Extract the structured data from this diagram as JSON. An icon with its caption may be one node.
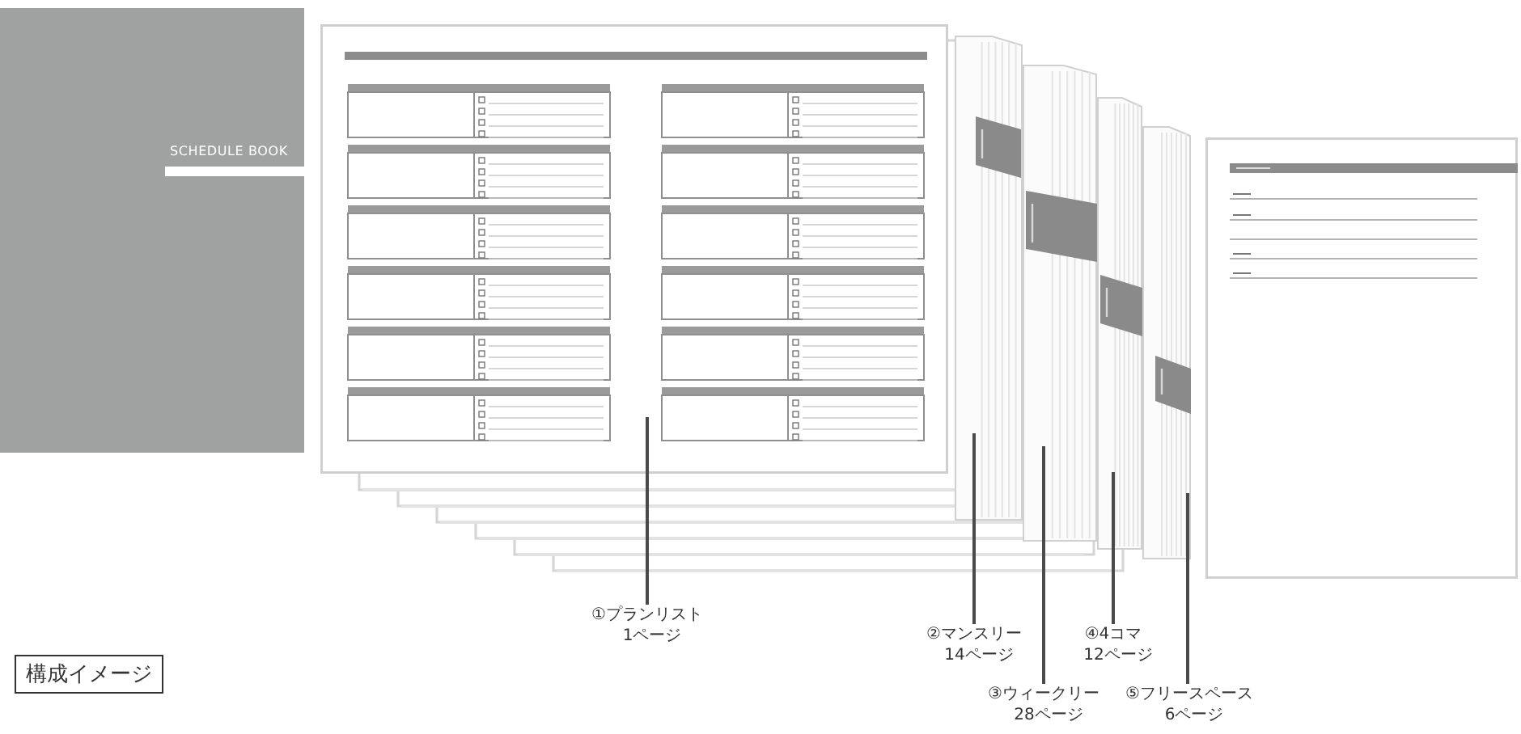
{
  "diagram": {
    "nodes": [
      {
        "text": [
          "SCHEDULE BOOK"
        ]
      },
      {
        "text": [],
        "shape": "picture"
      },
      {
        "text": [],
        "shape": "picture"
      },
      {
        "text": [],
        "shape": "picture"
      },
      {
        "text": [],
        "shape": "picture"
      },
      {
        "text": [],
        "shape": "picture"
      },
      {
        "text": [],
        "shape": "picture"
      },
      {
        "text": [
          "①プランリスト",
          "1ページ"
        ]
      },
      {
        "text": [
          "②マンスリー",
          "14ページ"
        ]
      },
      {
        "text": [
          "③ウィークリー",
          "28ページ"
        ]
      },
      {
        "text": [
          "④4コマ",
          "12ページ"
        ]
      },
      {
        "text": [
          "⑤フリースペース",
          "6ページ"
        ]
      },
      {
        "text": [
          "構成イメージ"
        ]
      }
    ],
    "edges": [
      {
        "from": 7,
        "to": 1,
        "arrow": "none"
      },
      {
        "from": 8,
        "to": 2,
        "arrow": "none"
      },
      {
        "from": 9,
        "to": 3,
        "arrow": "none"
      },
      {
        "from": 10,
        "to": 4,
        "arrow": "none"
      },
      {
        "from": 11,
        "to": 5,
        "arrow": "none"
      }
    ]
  }
}
